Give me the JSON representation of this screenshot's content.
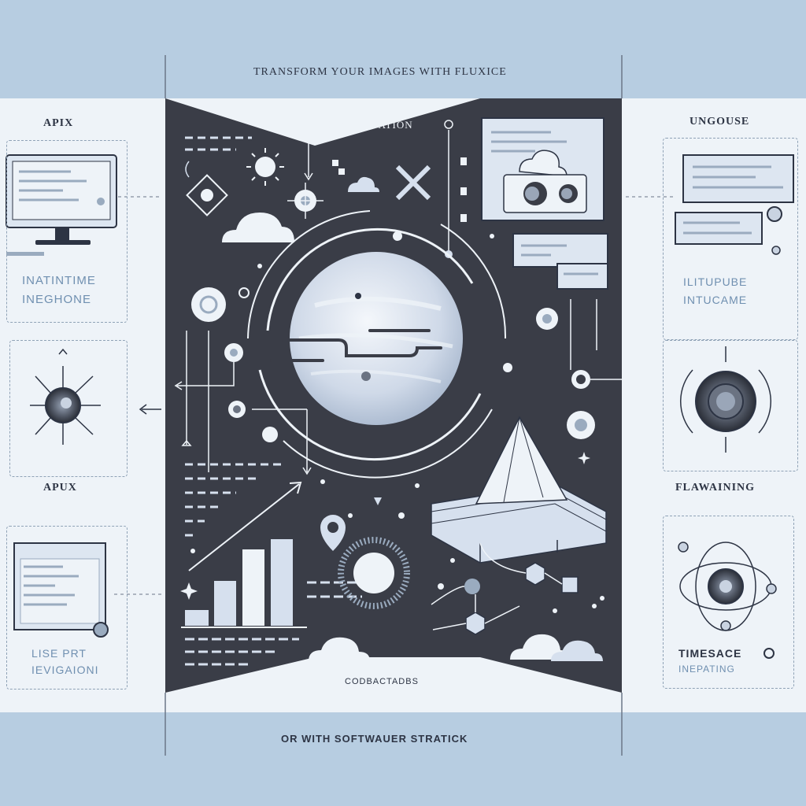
{
  "header": {
    "title": "TRANSFORM YOUR IMAGES WITH FLUXICE"
  },
  "center": {
    "top_label": "INNESLUATION",
    "bottom_label": "CODBACTADBS"
  },
  "left": {
    "top_heading": "APIX",
    "top_caption_1": "INATINTIME",
    "top_caption_2": "INEGHONE",
    "middle_heading": "APUX",
    "bottom_caption_1": "LISE PRT",
    "bottom_caption_2": "IEVIGAIONI"
  },
  "right": {
    "top_heading": "UNGOUSE",
    "top_caption_1": "ILITUPUBE",
    "top_caption_2": "INTUCAME",
    "middle_heading": "FLAWAINING",
    "bottom_caption_1": "TIMESACE",
    "bottom_caption_2": "INEPATING"
  },
  "footer": {
    "text": "OR WITH  SOFTWAUER STRATICK"
  },
  "colors": {
    "frame_blue": "#b7cde1",
    "panel_white": "#eef3f8",
    "center_dark": "#3a3d47",
    "ink": "#2d3444",
    "accent_light": "#d6e0ee"
  }
}
